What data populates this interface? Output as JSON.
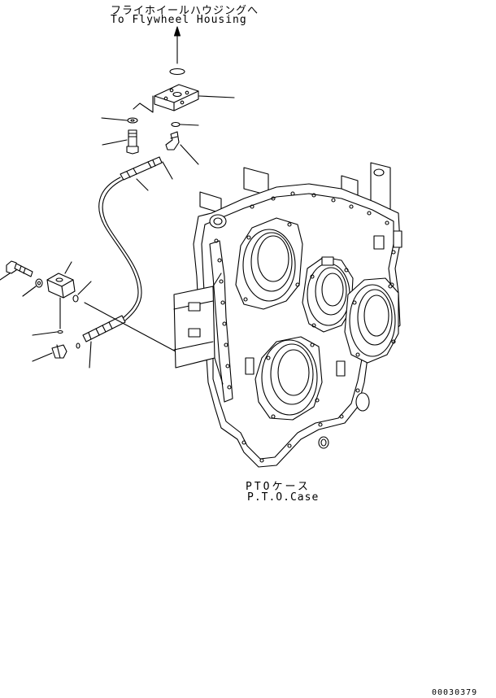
{
  "labels": {
    "destination_jp": "フライホイールハウジングへ",
    "destination_en": "To Flywheel Housing",
    "case_jp": "PTOケース",
    "case_en": "P.T.O.Case",
    "drawing_code": "00030379"
  }
}
